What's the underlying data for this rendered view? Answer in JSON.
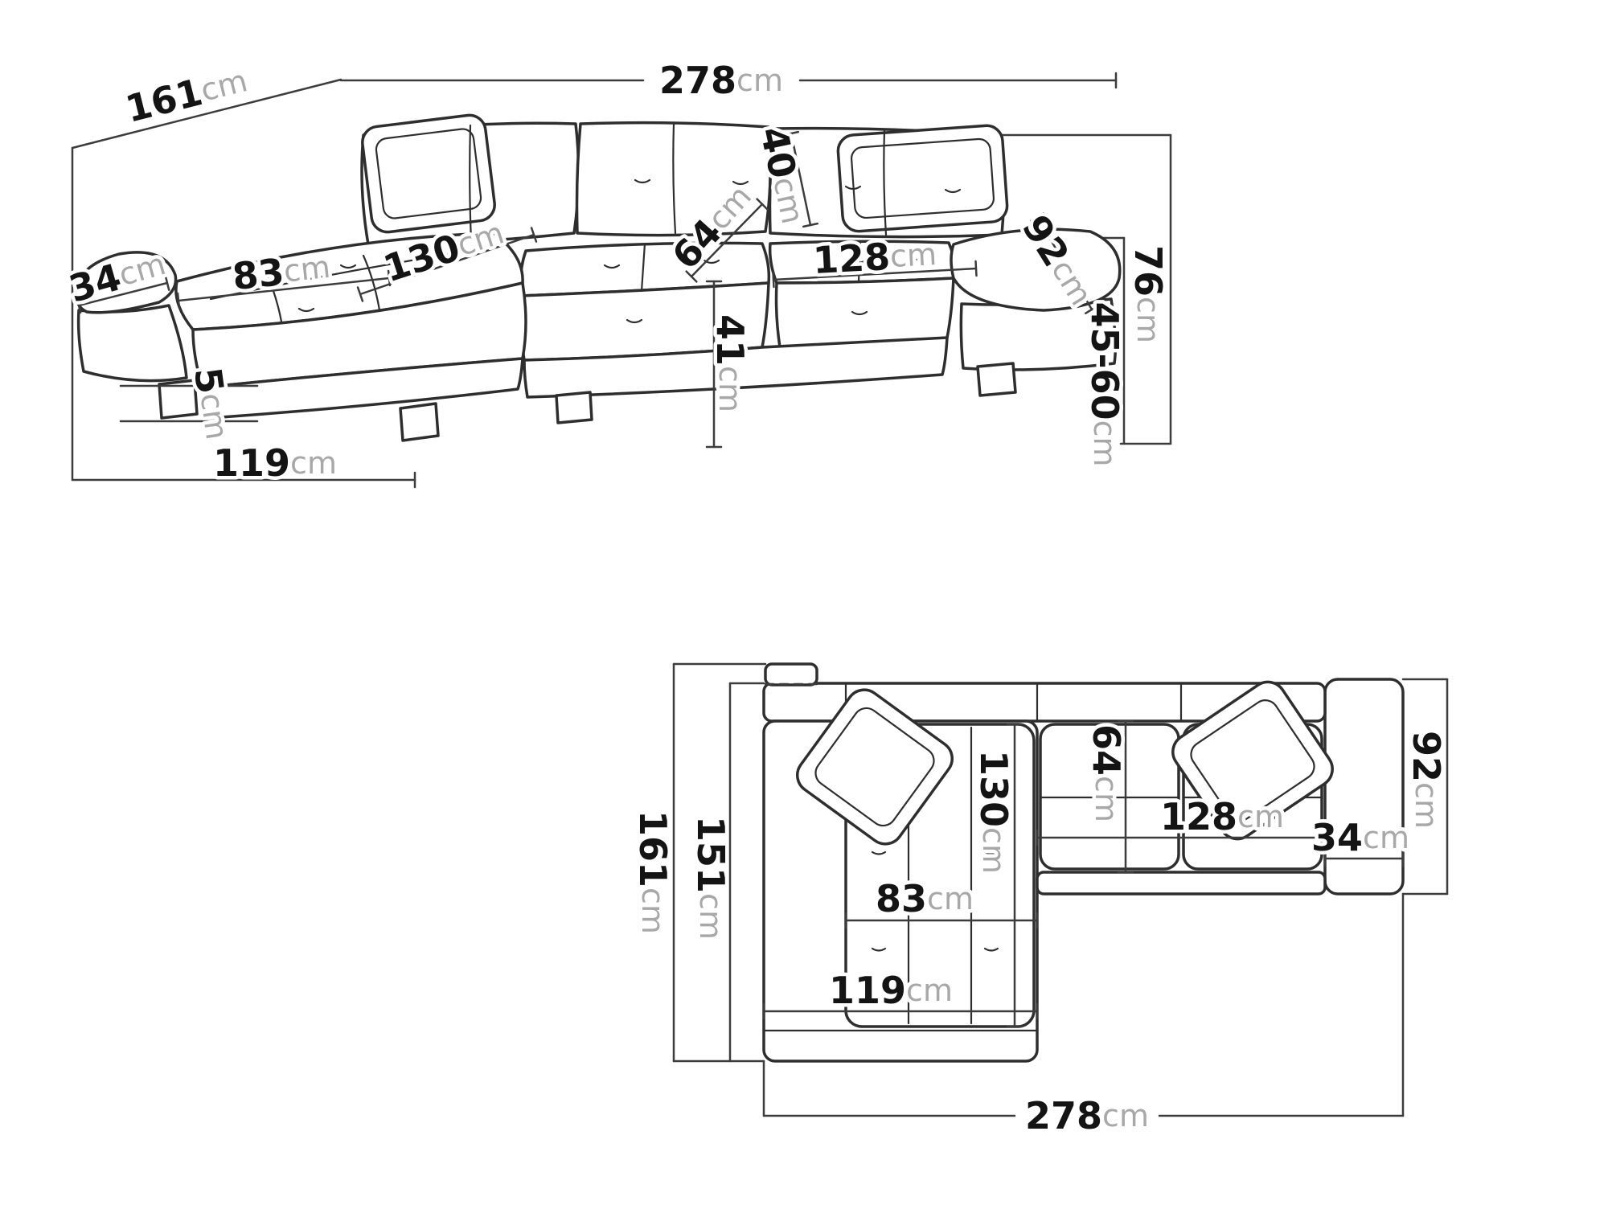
{
  "diagram": {
    "views": {
      "perspective": {
        "dims": {
          "back_width": {
            "num": "161",
            "unit": "cm"
          },
          "total_width": {
            "num": "278",
            "unit": "cm"
          },
          "left_arm_width": {
            "num": "34",
            "unit": "cm"
          },
          "chaise_seat_width": {
            "num": "83",
            "unit": "cm"
          },
          "chaise_length": {
            "num": "130",
            "unit": "cm"
          },
          "seat_depth": {
            "num": "64",
            "unit": "cm"
          },
          "back_cushion_height": {
            "num": "40",
            "unit": "cm"
          },
          "seat_width": {
            "num": "128",
            "unit": "cm"
          },
          "right_arm_length": {
            "num": "92",
            "unit": "cm"
          },
          "total_height": {
            "num": "76",
            "unit": "cm"
          },
          "seat_height_range": {
            "num": "45-60",
            "unit": "cm"
          },
          "leg_height": {
            "num": "5",
            "unit": "cm"
          },
          "seat_height": {
            "num": "41",
            "unit": "cm"
          },
          "chaise_depth": {
            "num": "119",
            "unit": "cm"
          }
        }
      },
      "plan": {
        "dims": {
          "total_depth": {
            "num": "161",
            "unit": "cm"
          },
          "inner_depth": {
            "num": "151",
            "unit": "cm"
          },
          "chaise_length": {
            "num": "130",
            "unit": "cm"
          },
          "chaise_seat_width": {
            "num": "83",
            "unit": "cm"
          },
          "chaise_width": {
            "num": "119",
            "unit": "cm"
          },
          "seat_depth": {
            "num": "64",
            "unit": "cm"
          },
          "seat_width": {
            "num": "128",
            "unit": "cm"
          },
          "arm_width": {
            "num": "34",
            "unit": "cm"
          },
          "right_depth": {
            "num": "92",
            "unit": "cm"
          },
          "total_width": {
            "num": "278",
            "unit": "cm"
          }
        }
      }
    },
    "colors": {
      "background": "#ffffff",
      "outline": "#2e2e2e",
      "dimension_line": "#3c3c3c",
      "number": "#141414",
      "unit": "#a8a8a8"
    }
  }
}
